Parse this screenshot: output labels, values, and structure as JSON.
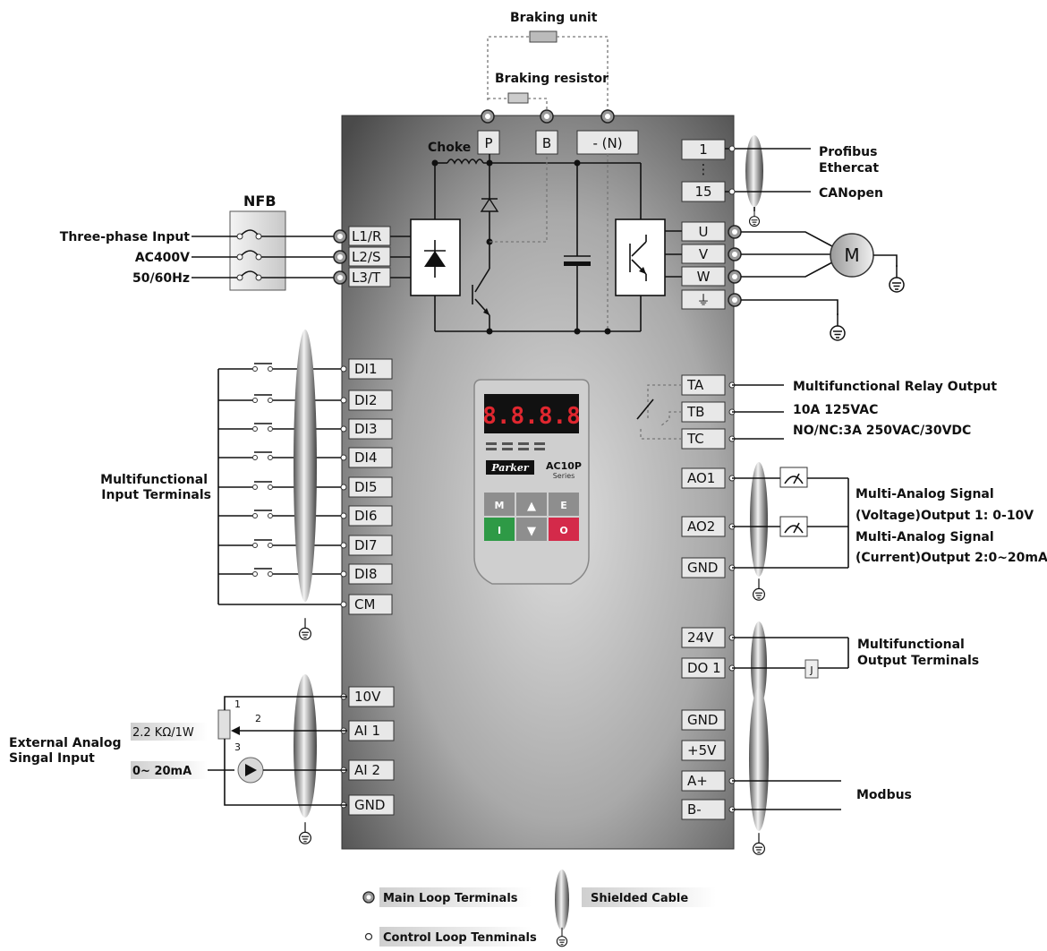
{
  "labels": {
    "braking_unit": "Braking unit",
    "braking_resistor": "Braking resistor",
    "choke": "Choke",
    "nfb": "NFB",
    "three_phase_input": "Three-phase Input",
    "ac400v": "AC400V",
    "hz": "50/60Hz",
    "profibus": "Profibus",
    "ethercat": "Ethercat",
    "canopen": "CANopen",
    "motor": "M",
    "relay_output": "Multifunctional Relay Output",
    "relay_rating1": "10A 125VAC",
    "relay_rating2": "NO/NC:3A 250VAC/30VDC",
    "analog_out1_a": "Multi-Analog Signal",
    "analog_out1_b": "(Voltage)Output 1: 0-10V",
    "analog_out2_a": "Multi-Analog Signal",
    "analog_out2_b": "(Current)Output 2:0~20mA",
    "mfo_a": "Multifunctional",
    "mfo_b": "Output Terminals",
    "modbus": "Modbus",
    "mfi_a": "Multifunctional",
    "mfi_b": "Input Terminals",
    "ext_analog_a": "External Analog",
    "ext_analog_b": "Singal Input",
    "resistor_value": "2.2 KΩ/1W",
    "current_value": "0~  20mA",
    "pot_pin1": "1",
    "pot_pin2": "2",
    "pot_pin3": "3"
  },
  "dc_terminals": {
    "p": "P",
    "b": "B",
    "n": "- (N)"
  },
  "comm_terminals": {
    "first": "1",
    "dots": "⋮",
    "last": "15"
  },
  "mains_terminals": [
    "L1/R",
    "L2/S",
    "L3/T"
  ],
  "motor_terminals": [
    "U",
    "V",
    "W",
    "⏚"
  ],
  "input_terminals": [
    "DI1",
    "DI2",
    "DI3",
    "DI4",
    "DI5",
    "DI6",
    "DI7",
    "DI8",
    "CM"
  ],
  "analog_in_terminals": [
    "10V",
    "AI 1",
    "AI 2",
    "GND"
  ],
  "relay_terminals": [
    "TA",
    "TB",
    "TC"
  ],
  "analog_out_terminals": [
    "AO1",
    "AO2",
    "GND"
  ],
  "digital_out_terminals": [
    "24V",
    "DO 1"
  ],
  "coil_label": "J",
  "bus_terminals": [
    "GND",
    "+5V",
    "A+",
    "B-"
  ],
  "keypad": {
    "display": "8.8.8.8",
    "brand": "Parker",
    "model": "AC10P",
    "series": "Series",
    "keys": [
      "M",
      "▲",
      "E",
      "I",
      "▼",
      "O"
    ]
  },
  "legend": {
    "main_loop": "Main Loop Terminals",
    "control_loop": "Control Loop Tenminals",
    "shielded": "Shielded Cable"
  },
  "colors": {
    "panel_dark": "#4a4a4a",
    "panel_light": "#dcdcdc",
    "key_green": "#2e9a46",
    "key_red": "#d42a4a",
    "key_grey": "#8e8e8e",
    "display_red": "#e0272f"
  }
}
